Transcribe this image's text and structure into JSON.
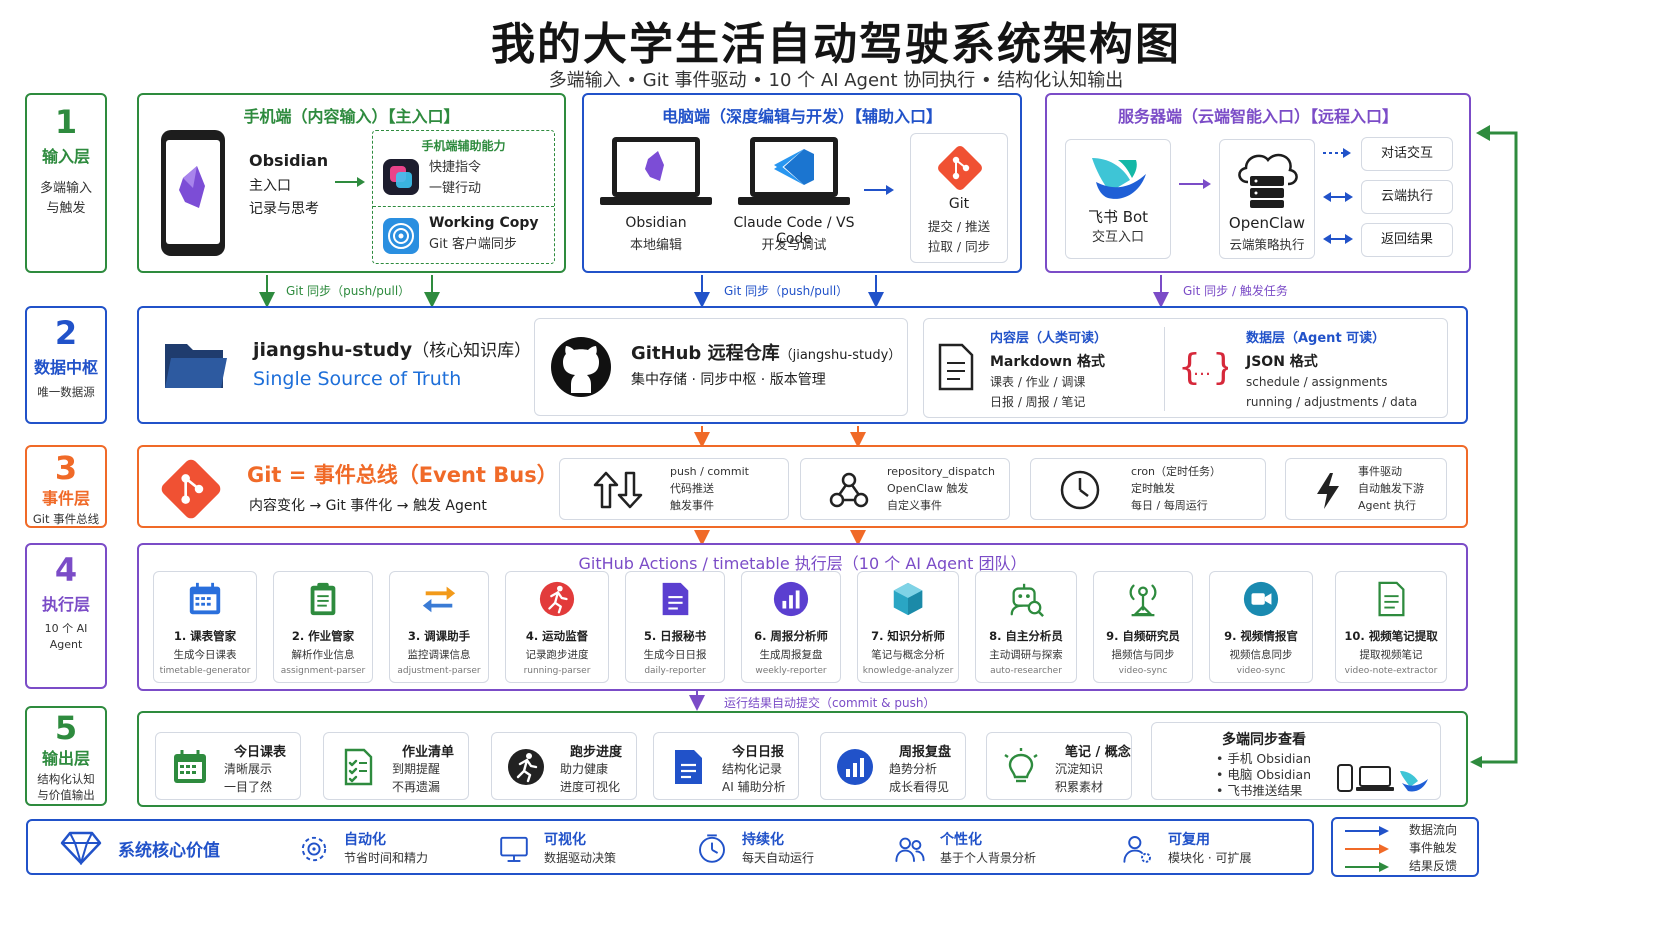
{
  "title": "我的大学生活自动驾驶系统架构图",
  "subtitle": "多端输入 • Git 事件驱动 • 10 个 AI Agent 协同执行 • 结构化认知输出",
  "layers": [
    {
      "num": "1",
      "name": "输入层",
      "desc": "多端输入\n与触发"
    },
    {
      "num": "2",
      "name": "数据中枢",
      "desc": "唯一数据源"
    },
    {
      "num": "3",
      "name": "事件层",
      "desc": "Git 事件总线"
    },
    {
      "num": "4",
      "name": "执行层",
      "desc": "10 个 AI Agent"
    },
    {
      "num": "5",
      "name": "输出层",
      "desc": "结构化认知\n与价值输出"
    }
  ],
  "mobile": {
    "header": "手机端（内容输入）【主入口】",
    "app_name": "Obsidian",
    "app_line1": "主入口",
    "app_line2": "记录与思考",
    "aux_title": "手机端辅助能力",
    "shortcut_line1": "快捷指令",
    "shortcut_line2": "一键行动",
    "wc_title": "Working Copy",
    "wc_desc": "Git 客户端同步"
  },
  "desktop": {
    "header": "电脑端（深度编辑与开发）【辅助入口】",
    "obsidian_name": "Obsidian",
    "obsidian_desc": "本地编辑",
    "cc_name": "Claude Code / VS Code",
    "cc_desc": "开发与调试",
    "git_name": "Git",
    "git_line1": "提交 / 推送",
    "git_line2": "拉取 / 同步"
  },
  "server": {
    "header": "服务器端（云端智能入口）【远程入口】",
    "bot_name": "飞书 Bot",
    "bot_desc": "交互入口",
    "oc_name": "OpenClaw",
    "oc_desc": "云端策略执行",
    "actions": [
      "对话交互",
      "云端执行",
      "返回结果"
    ]
  },
  "sync_labels": {
    "mobile": "Git 同步（push/pull）",
    "desktop": "Git 同步（push/pull）",
    "server": "Git 同步 / 触发任务"
  },
  "hub": {
    "repo_name": "jiangshu-study",
    "repo_suffix": "（核心知识库）",
    "repo_tag": "Single Source of Truth",
    "gh_name": "GitHub 远程仓库",
    "gh_suffix": "（jiangshu-study）",
    "gh_desc": "集中存储 · 同步中枢 · 版本管理",
    "content_title": "内容层（人类可读）",
    "content_format": "Markdown 格式",
    "content_line1": "课表 / 作业 / 调课",
    "content_line2": "日报 / 周报 / 笔记",
    "data_title": "数据层（Agent 可读）",
    "data_format": "JSON 格式",
    "data_line1": "schedule / assignments",
    "data_line2": "running / adjustments / data"
  },
  "events": {
    "title": "Git = 事件总线（Event Bus）",
    "flow": "内容变化 → Git 事件化 → 触发 Agent",
    "items": [
      {
        "l1": "push / commit",
        "l2": "代码推送",
        "l3": "触发事件"
      },
      {
        "l1": "repository_dispatch",
        "l2": "OpenClaw 触发",
        "l3": "自定义事件"
      },
      {
        "l1": "cron（定时任务）",
        "l2": "定时触发",
        "l3": "每日 / 每周运行"
      },
      {
        "l1": "事件驱动",
        "l2": "自动触发下游",
        "l3": "Agent 执行"
      }
    ]
  },
  "exec": {
    "title": "GitHub Actions / timetable 执行层（10 个 AI Agent 团队）",
    "agents": [
      {
        "name": "1. 课表管家",
        "desc": "生成今日课表",
        "id": "timetable-generator",
        "icon": "calendar-icon"
      },
      {
        "name": "2. 作业管家",
        "desc": "解析作业信息",
        "id": "assignment-parser",
        "icon": "clipboard-icon"
      },
      {
        "name": "3. 调课助手",
        "desc": "监控调课信息",
        "id": "adjustment-parser",
        "icon": "swap-icon"
      },
      {
        "name": "4. 运动监督",
        "desc": "记录跑步进度",
        "id": "running-parser",
        "icon": "runner-icon"
      },
      {
        "name": "5. 日报秘书",
        "desc": "生成今日日报",
        "id": "daily-reporter",
        "icon": "document-icon"
      },
      {
        "name": "6. 周报分析师",
        "desc": "生成周报复盘",
        "id": "weekly-reporter",
        "icon": "bar-chart-icon"
      },
      {
        "name": "7. 知识分析师",
        "desc": "笔记与概念分析",
        "id": "knowledge-analyzer",
        "icon": "cube-icon"
      },
      {
        "name": "8. 自主分析员",
        "desc": "主动调研与探索",
        "id": "auto-researcher",
        "icon": "robot-search-icon"
      },
      {
        "name": "9. 自频研究员",
        "desc": "挹频信与同步",
        "id": "video-sync",
        "icon": "antenna-icon"
      },
      {
        "name": "9. 视频情报官",
        "desc": "视频信息同步",
        "id": "video-sync",
        "icon": "video-icon"
      },
      {
        "name": "10. 视频笔记提取",
        "desc": "提取视频笔记",
        "id": "video-note-extractor",
        "icon": "note-icon"
      }
    ],
    "result_label": "运行结果自动提交（commit & push）"
  },
  "outputs": {
    "items": [
      {
        "t": "今日课表",
        "l1": "清晰展示",
        "l2": "一目了然",
        "icon": "calendar-icon"
      },
      {
        "t": "作业清单",
        "l1": "到期提醒",
        "l2": "不再遗漏",
        "icon": "checklist-icon"
      },
      {
        "t": "跑步进度",
        "l1": "助力健康",
        "l2": "进度可视化",
        "icon": "runner-icon"
      },
      {
        "t": "今日日报",
        "l1": "结构化记录",
        "l2": "AI 辅助分析",
        "icon": "document-icon"
      },
      {
        "t": "周报复盘",
        "l1": "趋势分析",
        "l2": "成长看得见",
        "icon": "bar-chart-icon"
      },
      {
        "t": "笔记 / 概念",
        "l1": "沉淀知识",
        "l2": "积累素材",
        "icon": "bulb-icon"
      }
    ],
    "sync_title": "多端同步查看",
    "sync_items": [
      "手机 Obsidian",
      "电脑 Obsidian",
      "飞书推送结果"
    ]
  },
  "values": {
    "title": "系统核心价值",
    "items": [
      {
        "t": "自动化",
        "d": "节省时间和精力",
        "icon": "gear-icon"
      },
      {
        "t": "可视化",
        "d": "数据驱动决策",
        "icon": "monitor-icon"
      },
      {
        "t": "持续化",
        "d": "每天自动运行",
        "icon": "clock-icon"
      },
      {
        "t": "个性化",
        "d": "基于个人背景分析",
        "icon": "users-icon"
      },
      {
        "t": "可复用",
        "d": "模块化 · 可扩展",
        "icon": "user-gear-icon"
      }
    ]
  },
  "legend": [
    "数据流向",
    "事件触发",
    "结果反馈"
  ],
  "colors": {
    "green": "#2e8b3e",
    "blue": "#2152c9",
    "orange": "#f06a28",
    "purple": "#7b4cc7",
    "teal": "#1aa093"
  }
}
